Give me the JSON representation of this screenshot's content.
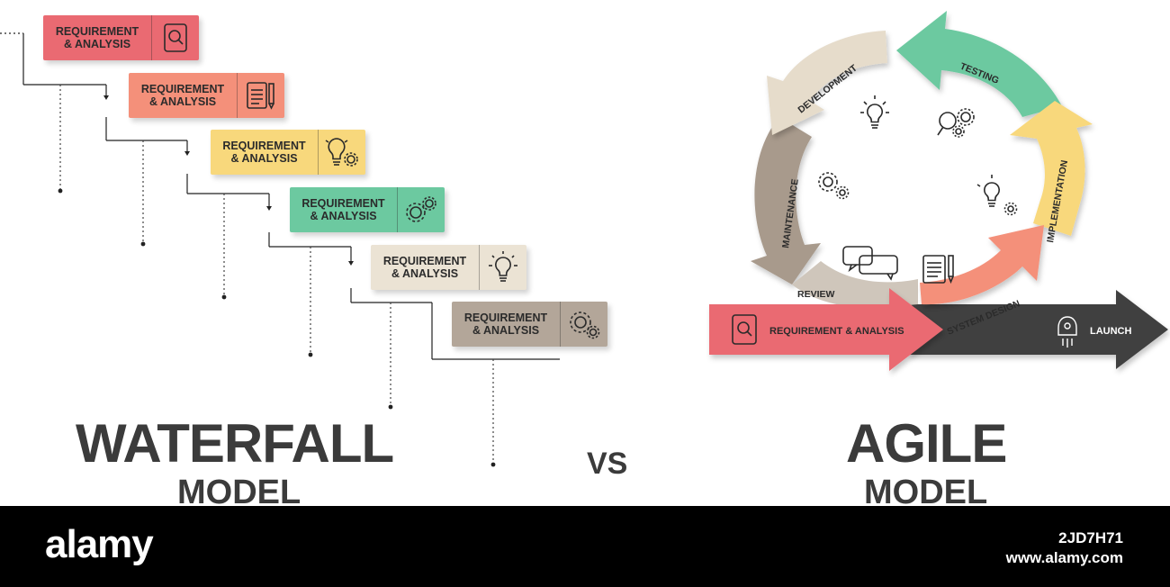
{
  "waterfall": {
    "steps": [
      {
        "line1": "REQUIREMENT",
        "line2": "& ANALYSIS",
        "color": "#ea6a72",
        "icon": "search-document-icon"
      },
      {
        "line1": "REQUIREMENT",
        "line2": "& ANALYSIS",
        "color": "#f4907a",
        "icon": "notepad-pencil-icon"
      },
      {
        "line1": "REQUIREMENT",
        "line2": "& ANALYSIS",
        "color": "#f8d87c",
        "icon": "lightbulb-gear-icon"
      },
      {
        "line1": "REQUIREMENT",
        "line2": "& ANALYSIS",
        "color": "#6cc9a0",
        "icon": "gears-icon"
      },
      {
        "line1": "REQUIREMENT",
        "line2": "& ANALYSIS",
        "color": "#ebe3d4",
        "icon": "lightbulb-icon"
      },
      {
        "line1": "REQUIREMENT",
        "line2": "& ANALYSIS",
        "color": "#b3a699",
        "icon": "gears-icon"
      }
    ],
    "title": "WATERFALL",
    "subtitle": "MODEL"
  },
  "vs": "VS",
  "agile": {
    "title": "AGILE",
    "subtitle": "MODEL",
    "labels": {
      "development": "DEVELOPMENT",
      "testing": "TESTING",
      "implementation": "IMPLEMENTATION",
      "system_design": "SYSTEM DESIGN",
      "maintenance": "MAINTENANCE",
      "review": "REVIEW",
      "requirement": "REQUIREMENT & ANALYSIS",
      "launch": "LAUNCH"
    },
    "colors": {
      "development": "#e6dccb",
      "testing": "#6cc9a0",
      "implementation": "#f8d87c",
      "system_design": "#f4907a",
      "maintenance": "#a89a8c",
      "review": "#cfc6bb",
      "requirement": "#ea6a72",
      "launch": "#3f3f3f"
    }
  },
  "footer": {
    "brand": "alamy",
    "image_id": "2JD7H71",
    "site": "www.alamy.com"
  }
}
